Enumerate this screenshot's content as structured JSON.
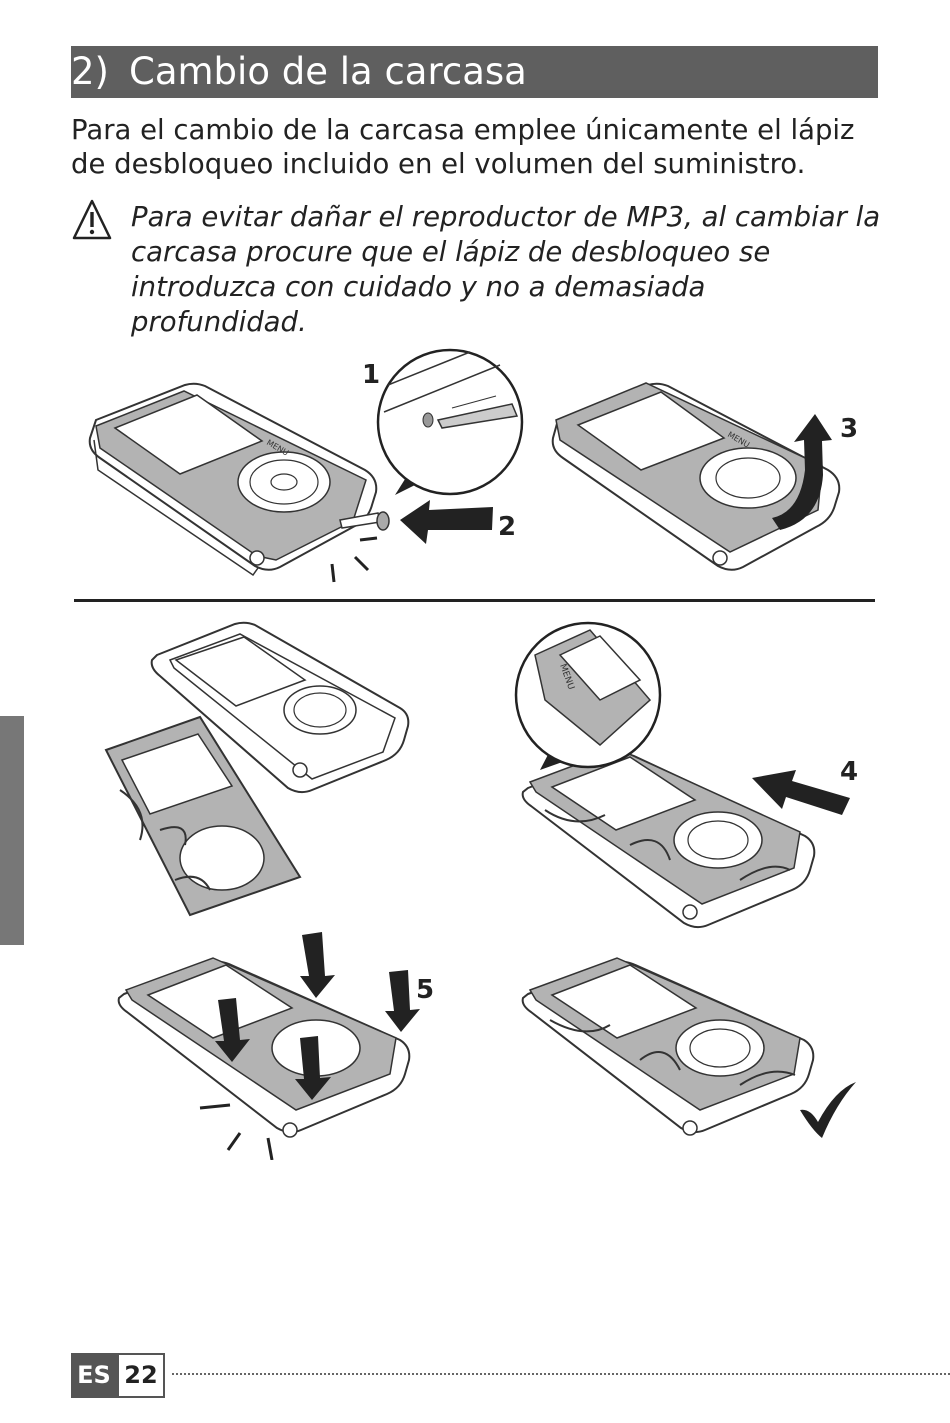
{
  "section": {
    "number": "2)",
    "title": "Cambio de la carcasa"
  },
  "intro_text": "Para el cambio de la carcasa emplee únicamente el lápiz de desbloqueo incluido en el volumen del suministro.",
  "warning": {
    "icon": "warning-triangle-icon",
    "text": "Para evitar dañar el reproductor de MP3, al cambiar la carcasa procure que el lápiz de desbloqueo se introduzca con cuidado y no a demasiada profundidad."
  },
  "steps": [
    "1",
    "2",
    "3",
    "4",
    "5"
  ],
  "device_label": "MENU",
  "footer": {
    "language": "ES",
    "page": "22"
  },
  "colors": {
    "heading_bg": "#5f5f5f",
    "panel_gray": "#b3b3b3",
    "side_tab": "#777777"
  }
}
